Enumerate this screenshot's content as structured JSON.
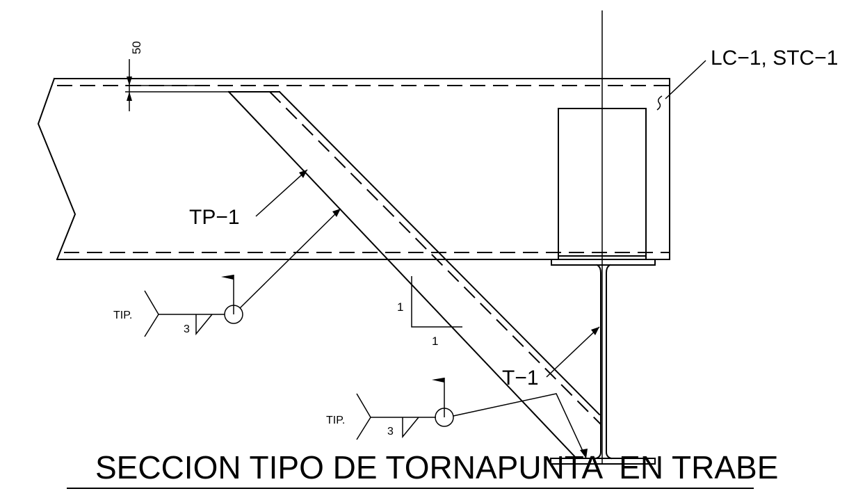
{
  "title": "SECCION TIPO DE TORNAPUNTA  EN TRABE",
  "dimension": {
    "value": "50"
  },
  "labels": {
    "lc": "LC−1,  STC−1",
    "tp": "TP−1",
    "t": "T−1"
  },
  "slope": {
    "rise": "1",
    "run": "1"
  },
  "welds": [
    {
      "tail": "TIP.",
      "size": "3"
    },
    {
      "tail": "TIP.",
      "size": "3"
    }
  ]
}
